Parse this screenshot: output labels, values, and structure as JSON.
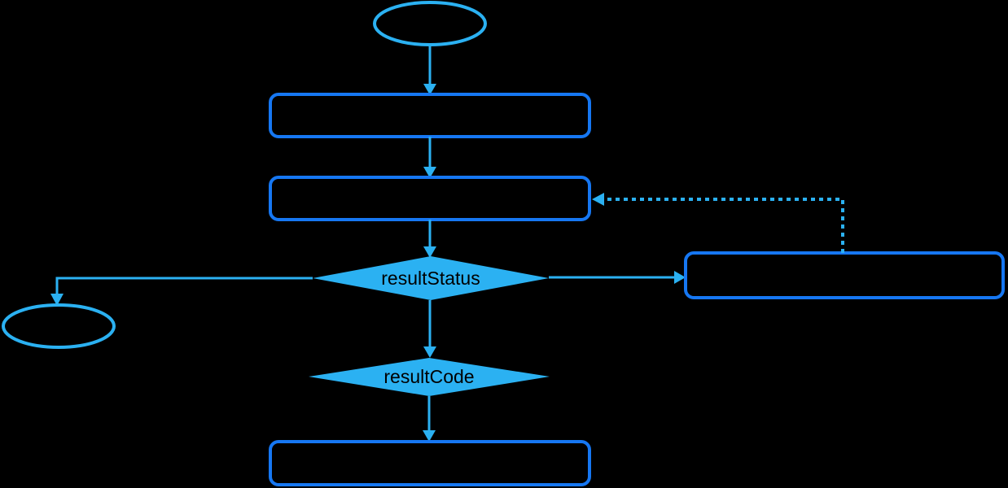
{
  "diagram": {
    "type": "flowchart",
    "colors": {
      "background": "#000000",
      "node_border": "#1677f2",
      "connector": "#2bb1f2",
      "decision_fill": "#2bb1f2",
      "decision_text": "#000000"
    },
    "nodes": [
      {
        "id": "start",
        "shape": "ellipse",
        "label": ""
      },
      {
        "id": "process-1",
        "shape": "rounded-rect",
        "label": ""
      },
      {
        "id": "process-2",
        "shape": "rounded-rect",
        "label": ""
      },
      {
        "id": "decision-result-status",
        "shape": "diamond",
        "label": "resultStatus"
      },
      {
        "id": "terminal-left",
        "shape": "ellipse",
        "label": ""
      },
      {
        "id": "process-right",
        "shape": "rounded-rect",
        "label": ""
      },
      {
        "id": "decision-result-code",
        "shape": "diamond",
        "label": "resultCode"
      },
      {
        "id": "process-final",
        "shape": "rounded-rect",
        "label": ""
      }
    ],
    "edges": [
      {
        "from": "start",
        "to": "process-1",
        "style": "solid"
      },
      {
        "from": "process-1",
        "to": "process-2",
        "style": "solid"
      },
      {
        "from": "process-2",
        "to": "decision-result-status",
        "style": "solid"
      },
      {
        "from": "decision-result-status",
        "to": "terminal-left",
        "style": "solid"
      },
      {
        "from": "decision-result-status",
        "to": "process-right",
        "style": "solid"
      },
      {
        "from": "process-right",
        "to": "process-2",
        "style": "dotted"
      },
      {
        "from": "decision-result-status",
        "to": "decision-result-code",
        "style": "solid"
      },
      {
        "from": "decision-result-code",
        "to": "process-final",
        "style": "solid"
      }
    ]
  }
}
